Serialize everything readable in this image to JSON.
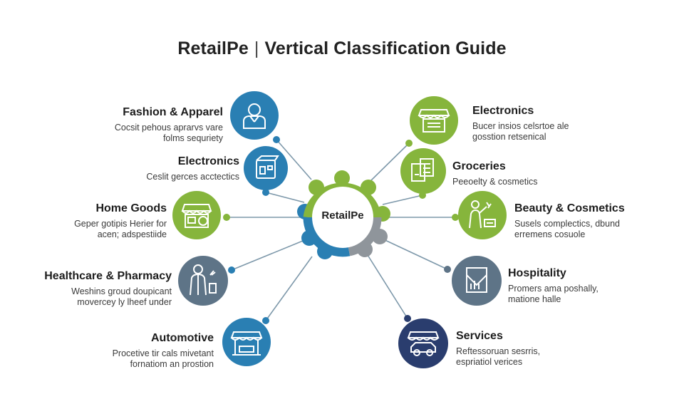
{
  "title": {
    "brand": "RetailPe",
    "separator": "|",
    "text": "Vertical Classification Guide"
  },
  "hub": {
    "label": "RetailPe"
  },
  "colors": {
    "blue": "#2a7fb3",
    "green": "#86b53c",
    "slate": "#5e7487",
    "navy": "#2a3d6e",
    "connector": "#6f8fa4"
  },
  "left_items": [
    {
      "name": "Fashion & Apparel",
      "desc": "Cocsit pehous aprarvs vare\nfolms sequriety",
      "icon": "person-icon",
      "color": "blue"
    },
    {
      "name": "Electronics",
      "desc": "Ceslit gerces acctectics",
      "icon": "device-icon",
      "color": "blue"
    },
    {
      "name": "Home Goods",
      "desc": "Geper gotipis Herier for\nacen; adspestiide",
      "icon": "storefront-icon",
      "color": "green"
    },
    {
      "name": "Healthcare & Pharmacy",
      "desc": "Weshins groud doupicant\nmovercey ly lheef under",
      "icon": "pharmacist-icon",
      "color": "slate"
    },
    {
      "name": "Automotive",
      "desc": "Procetive tir cals mivetant\nfornatiom an prostion",
      "icon": "market-stall-icon",
      "color": "blue"
    }
  ],
  "right_items": [
    {
      "name": "Electronics",
      "desc": "Bucer insios celsrtoe ale\ngosstion retsenical",
      "icon": "shop-icon",
      "color": "green"
    },
    {
      "name": "Groceries",
      "desc": "Peeoelty & cosmetics",
      "icon": "documents-icon",
      "color": "green"
    },
    {
      "name": "Beauty & Cosmetics",
      "desc": "Susels complectics, dbund\nerremens cosuole",
      "icon": "stylist-icon",
      "color": "green"
    },
    {
      "name": "Hospitality",
      "desc": "Promers ama poshally,\nmatione halle",
      "icon": "hotel-icon",
      "color": "slate"
    },
    {
      "name": "Services",
      "desc": "Reftessoruan sesrris,\nespriatiol verices",
      "icon": "car-service-icon",
      "color": "navy"
    }
  ]
}
